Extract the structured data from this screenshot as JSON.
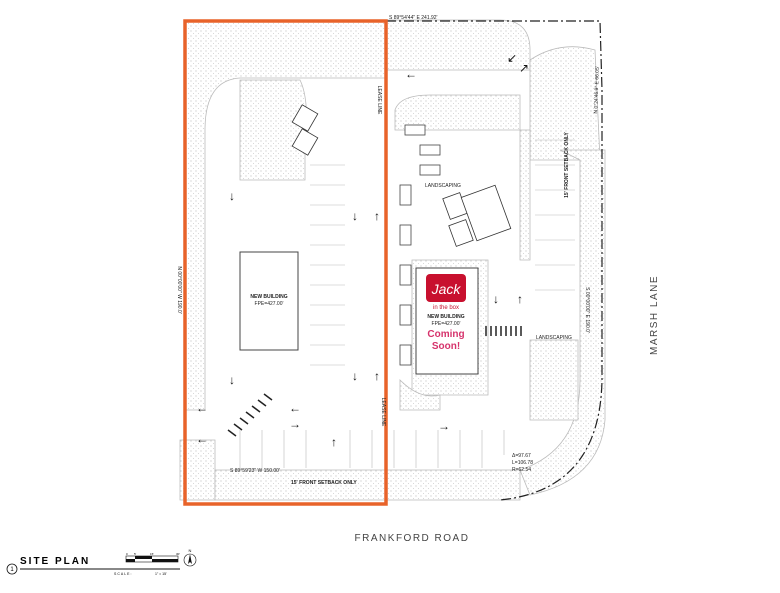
{
  "title": "SITE PLAN",
  "view_number": "1",
  "scale": {
    "label": "SCALE:",
    "value": "1\" = 15'",
    "ticks": [
      "0",
      "5'",
      "15'",
      "30'"
    ]
  },
  "north_label": "N",
  "roads": {
    "bottom": "FRANKFORD ROAD",
    "right": "MARSH LANE"
  },
  "bearings": {
    "top": "S 89°54'44\" E 241.92'",
    "bottom": "S 89°59'23\" W 150.00'",
    "right": "S 00°00'00\" E 190.0'",
    "left": "N 00°00'00\" W 190.0'",
    "top_right": "N 0°24'46.9\" E 66.05'"
  },
  "curve": {
    "delta": "Δ=97.67",
    "length": "L=106.78",
    "radius": "R=62.54"
  },
  "setbacks": {
    "bottom": "15' FRONT SETBACK ONLY",
    "right": "15' FRONT SETBACK ONLY"
  },
  "lease_line": "LEASE LINE",
  "landscaping": "LANDSCAPING",
  "buildings": [
    {
      "name": "NEW BUILDING",
      "fpe": "FPE=427.00'"
    },
    {
      "name": "NEW BUILDING",
      "fpe": "FPE=427.00'",
      "brand_line1": "Jack",
      "brand_line2": "in the box",
      "banner_line1": "Coming",
      "banner_line2": "Soon!"
    }
  ],
  "colors": {
    "highlight": "#e8632a",
    "brand": "#c8102e",
    "banner": "#d6336c"
  }
}
